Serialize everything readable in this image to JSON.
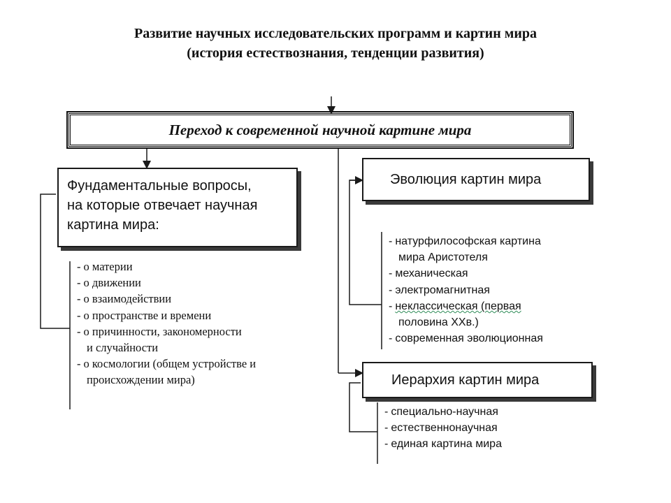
{
  "title": {
    "line1": "Развитие научных исследовательских программ и картин мира",
    "line2": "(история естествознания, тенденции развития)"
  },
  "main_box": {
    "label": "Переход к современной научной картине мира"
  },
  "fundamental": {
    "lines": [
      "Фундаментальные вопросы,",
      "на которые отвечает научная",
      "картина мира:"
    ],
    "items": [
      {
        "dash": "-",
        "text": "о материи"
      },
      {
        "dash": "-",
        "text": "о движении"
      },
      {
        "dash": "-",
        "text": "о взаимодействии"
      },
      {
        "dash": "-",
        "text": "о пространстве и времени"
      },
      {
        "dash": "-",
        "text": "о причинности, закономерности"
      },
      {
        "dash": "",
        "text": "и случайности",
        "continuation": true
      },
      {
        "dash": "-",
        "text": "о космологии  (общем устройстве  и"
      },
      {
        "dash": "",
        "text": "происхождении мира)",
        "continuation": true
      }
    ]
  },
  "evolution": {
    "label": "Эволюция картин мира",
    "items": [
      {
        "dash": "-",
        "text": "натурфилософская картина"
      },
      {
        "dash": "",
        "text": "мира Аристотеля",
        "continuation": true
      },
      {
        "dash": "-",
        "text": "механическая"
      },
      {
        "dash": "-",
        "text": "электромагнитная"
      },
      {
        "dash": "-",
        "text": "неклассическая (первая",
        "wavy": true
      },
      {
        "dash": "",
        "text": "половина ХХв.)",
        "continuation": true
      },
      {
        "dash": "-",
        "text": "современная эволюционная"
      }
    ]
  },
  "hierarchy": {
    "label": "Иерархия картин мира",
    "items": [
      {
        "dash": "-",
        "text": "специально-научная"
      },
      {
        "dash": "-",
        "text": "естественнонаучная"
      },
      {
        "dash": "-",
        "text": "единая картина мира"
      }
    ]
  },
  "colors": {
    "line": "#1a1a1a",
    "shadow": "#3a3a3a",
    "wavy_underline": "#2e8b57"
  }
}
